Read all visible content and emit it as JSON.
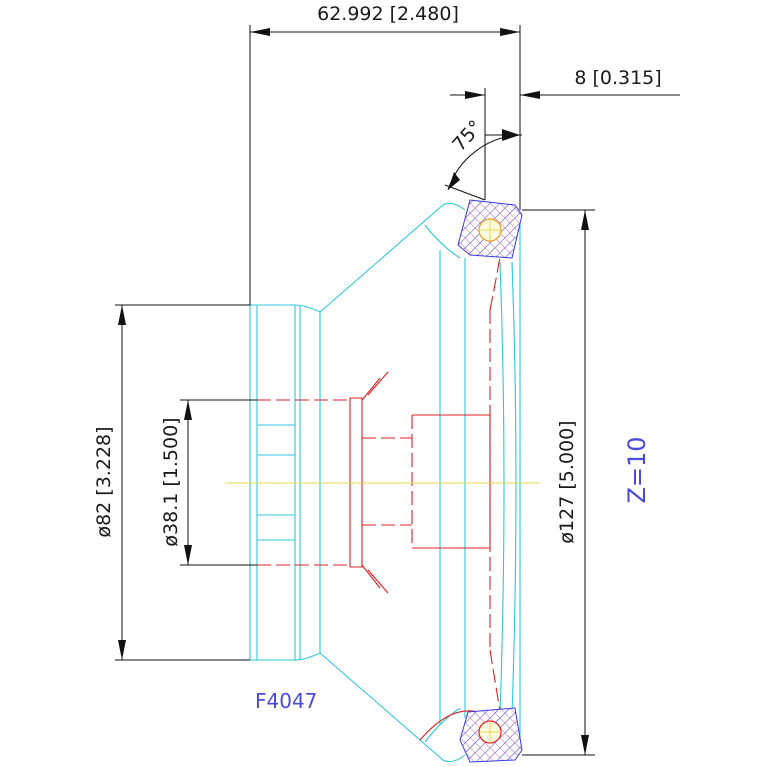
{
  "dimensions": {
    "overall_length": "62.992 [2.480]",
    "chamfer_width": "8 [0.315]",
    "chamfer_angle": "75°",
    "outer_diameter": "ø82 [3.228]",
    "bore_diameter": "ø38.1 [1.500]",
    "wheel_diameter": "ø127 [5.000]"
  },
  "labels": {
    "part_number": "F4047",
    "tooth_count": "Z=10"
  },
  "colors": {
    "outline": "#2ec8e0",
    "hidden": "#e02020",
    "centerline": "#e8d84a",
    "hatch": "#3a3ae0",
    "text_blue": "#4a4ad8"
  }
}
